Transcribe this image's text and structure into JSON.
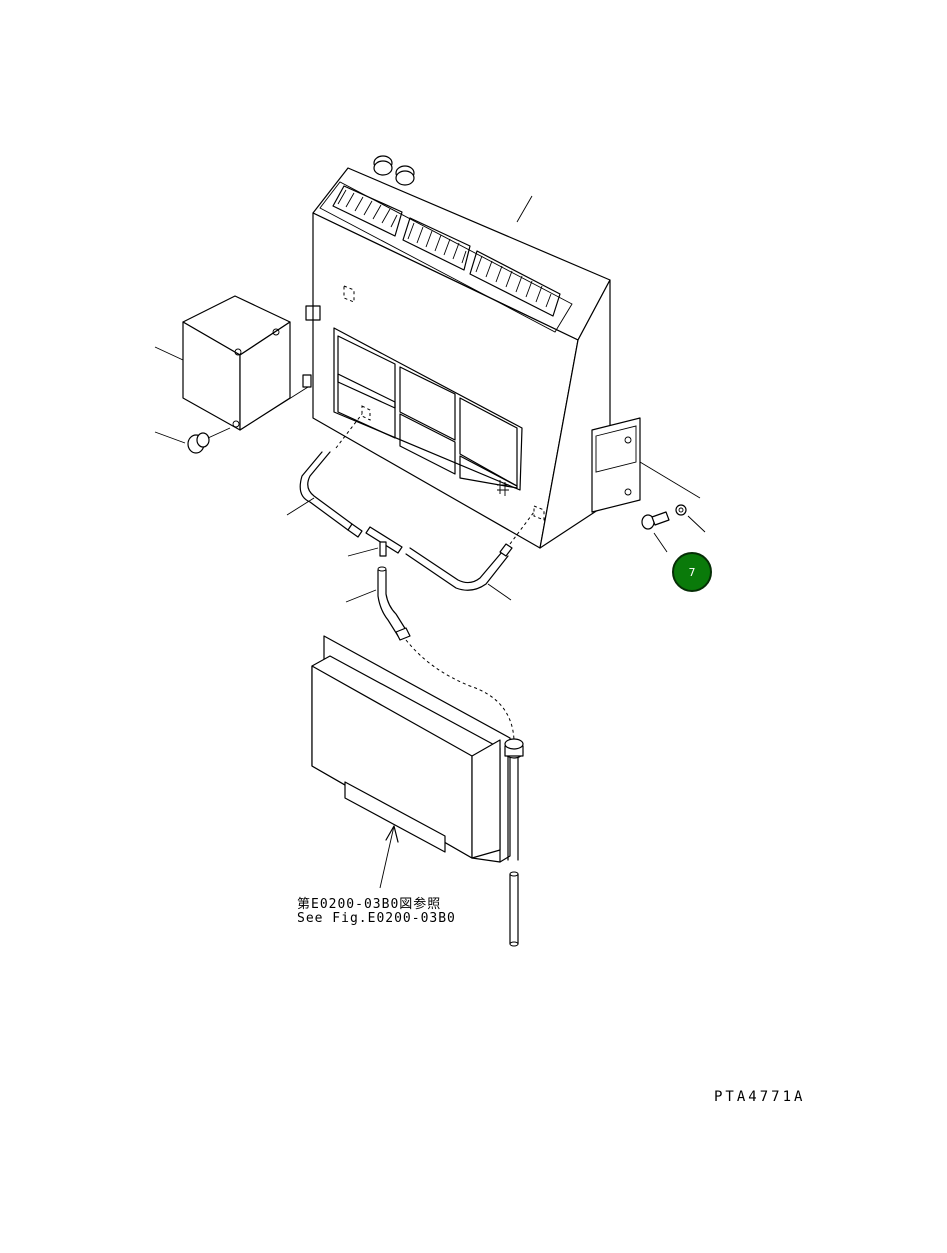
{
  "figure": {
    "id": "PTA4771A",
    "reference_jp": "第E0200-03B0図参照",
    "reference_en": "See Fig.E0200-03B0"
  },
  "callouts": [
    {
      "label": "7",
      "color": "#0a7a0a"
    }
  ]
}
